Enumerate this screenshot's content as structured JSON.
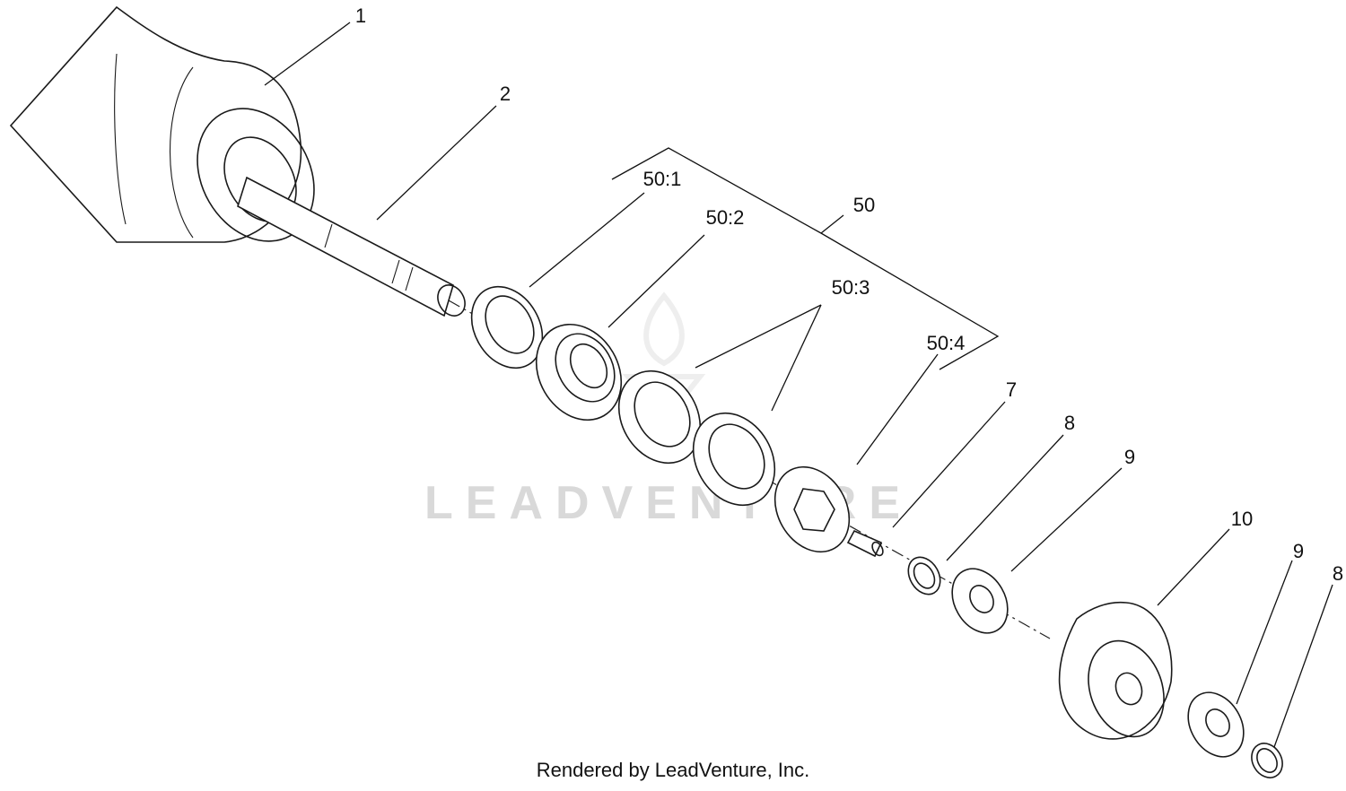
{
  "watermark": "LEADVENTURE",
  "footer": "Rendered by LeadVenture, Inc.",
  "callouts": {
    "c1": "1",
    "c2": "2",
    "c50": "50",
    "c50_1": "50:1",
    "c50_2": "50:2",
    "c50_3": "50:3",
    "c50_4": "50:4",
    "c7": "7",
    "c8a": "8",
    "c9a": "9",
    "c10": "10",
    "c9b": "9",
    "c8b": "8"
  }
}
